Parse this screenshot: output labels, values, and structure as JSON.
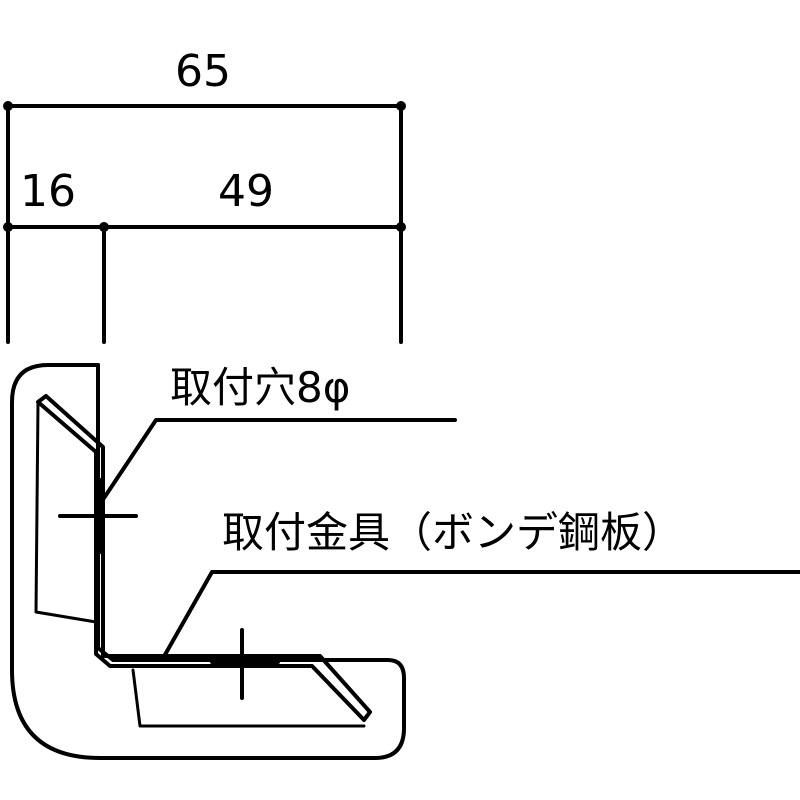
{
  "dimensions": {
    "overall": "65",
    "left": "16",
    "right": "49"
  },
  "labels": {
    "mounting_hole": "取付穴8φ",
    "mounting_bracket": "取付金具（ボンデ鋼板）"
  }
}
